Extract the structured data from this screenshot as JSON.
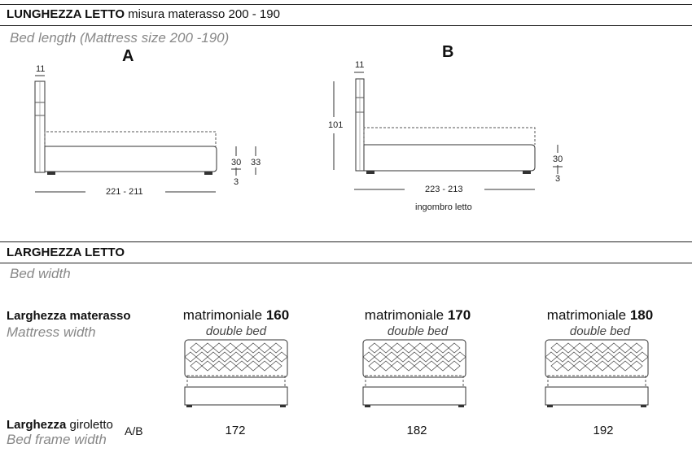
{
  "length": {
    "title_bold": "LUNGHEZZA LETTO",
    "title_rest": " misura materasso 200 - 190",
    "subtitle": "Bed length (Mattress size 200 -190)",
    "a": {
      "letter": "A",
      "dim_top": "11",
      "dim_30": "30",
      "dim_3": "3",
      "dim_33": "33",
      "length": "221 - 211"
    },
    "b": {
      "letter": "B",
      "dim_top": "11",
      "dim_101": "101",
      "dim_30": "30",
      "dim_3": "3",
      "length": "223 - 213",
      "note": "ingombro letto"
    }
  },
  "width": {
    "title": "LARGHEZZA LETTO",
    "subtitle": "Bed width",
    "mattress_label": "Larghezza materasso",
    "mattress_label_en": "Mattress width",
    "frame_label_bold": "Larghezza",
    "frame_label_rest": " giroletto",
    "frame_label_ab": "A/B",
    "frame_label_en": "Bed frame width",
    "models": [
      {
        "name": "matrimoniale ",
        "size": "160",
        "sub": "double bed",
        "frame": "172"
      },
      {
        "name": "matrimoniale ",
        "size": "170",
        "sub": "double bed",
        "frame": "182"
      },
      {
        "name": "matrimoniale ",
        "size": "180",
        "sub": "double bed",
        "frame": "192"
      }
    ]
  }
}
